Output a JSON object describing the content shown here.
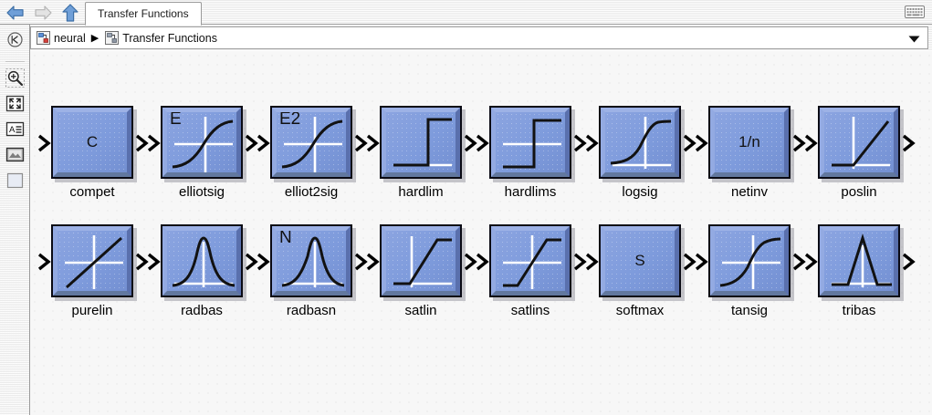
{
  "window": {
    "tab_label": "Transfer Functions",
    "keyboard_icon": "keyboard-icon"
  },
  "nav": {
    "back": {
      "icon": "arrow-left-icon",
      "enabled": true
    },
    "forward": {
      "icon": "arrow-right-icon",
      "enabled": false
    },
    "up": {
      "icon": "arrow-up-icon",
      "enabled": true
    }
  },
  "breadcrumb": {
    "items": [
      {
        "label": "neural",
        "icon": "library-model-icon"
      },
      {
        "label": "Transfer Functions",
        "icon": "library-sublib-icon"
      }
    ],
    "separator": "▶",
    "dropdown_icon": "chevron-down-icon"
  },
  "left_toolbar": {
    "items": [
      {
        "name": "back-navigate-icon"
      },
      {
        "name": "zoom-in-icon"
      },
      {
        "name": "fit-to-view-icon"
      },
      {
        "name": "text-list-icon"
      },
      {
        "name": "image-preview-icon"
      },
      {
        "name": "blank-panel-icon"
      }
    ]
  },
  "colors": {
    "block_fill": "#7e9bdc",
    "block_border": "#0a0a14",
    "bevel_light": "#9db2e6",
    "bevel_dark": "#5a70ad",
    "axis": "#ffffff",
    "curve": "#111111",
    "canvas": "#f7f7f7",
    "chrome": "#eeeeee"
  },
  "library": {
    "blocks": [
      {
        "name": "compet",
        "label": "compet",
        "glyph": "C",
        "glyph_style": "center",
        "icon": "compet-icon"
      },
      {
        "name": "elliotsig",
        "label": "elliotsig",
        "glyph": "E",
        "glyph_style": "corner",
        "icon": "elliotsig-icon"
      },
      {
        "name": "elliot2sig",
        "label": "elliot2sig",
        "glyph": "E2",
        "glyph_style": "corner",
        "icon": "elliot2sig-icon"
      },
      {
        "name": "hardlim",
        "label": "hardlim",
        "glyph": "",
        "glyph_style": "none",
        "icon": "hardlim-icon"
      },
      {
        "name": "hardlims",
        "label": "hardlims",
        "glyph": "",
        "glyph_style": "none",
        "icon": "hardlims-icon"
      },
      {
        "name": "logsig",
        "label": "logsig",
        "glyph": "",
        "glyph_style": "none",
        "icon": "logsig-icon"
      },
      {
        "name": "netinv",
        "label": "netinv",
        "glyph": "1/n",
        "glyph_style": "center",
        "icon": "netinv-icon"
      },
      {
        "name": "poslin",
        "label": "poslin",
        "glyph": "",
        "glyph_style": "none",
        "icon": "poslin-icon"
      },
      {
        "name": "purelin",
        "label": "purelin",
        "glyph": "",
        "glyph_style": "none",
        "icon": "purelin-icon"
      },
      {
        "name": "radbas",
        "label": "radbas",
        "glyph": "",
        "glyph_style": "none",
        "icon": "radbas-icon"
      },
      {
        "name": "radbasn",
        "label": "radbasn",
        "glyph": "N",
        "glyph_style": "corner",
        "icon": "radbasn-icon"
      },
      {
        "name": "satlin",
        "label": "satlin",
        "glyph": "",
        "glyph_style": "none",
        "icon": "satlin-icon"
      },
      {
        "name": "satlins",
        "label": "satlins",
        "glyph": "",
        "glyph_style": "none",
        "icon": "satlins-icon"
      },
      {
        "name": "softmax",
        "label": "softmax",
        "glyph": "S",
        "glyph_style": "center",
        "icon": "softmax-icon"
      },
      {
        "name": "tansig",
        "label": "tansig",
        "glyph": "",
        "glyph_style": "none",
        "icon": "tansig-icon"
      },
      {
        "name": "tribas",
        "label": "tribas",
        "glyph": "",
        "glyph_style": "none",
        "icon": "tribas-icon"
      }
    ]
  }
}
